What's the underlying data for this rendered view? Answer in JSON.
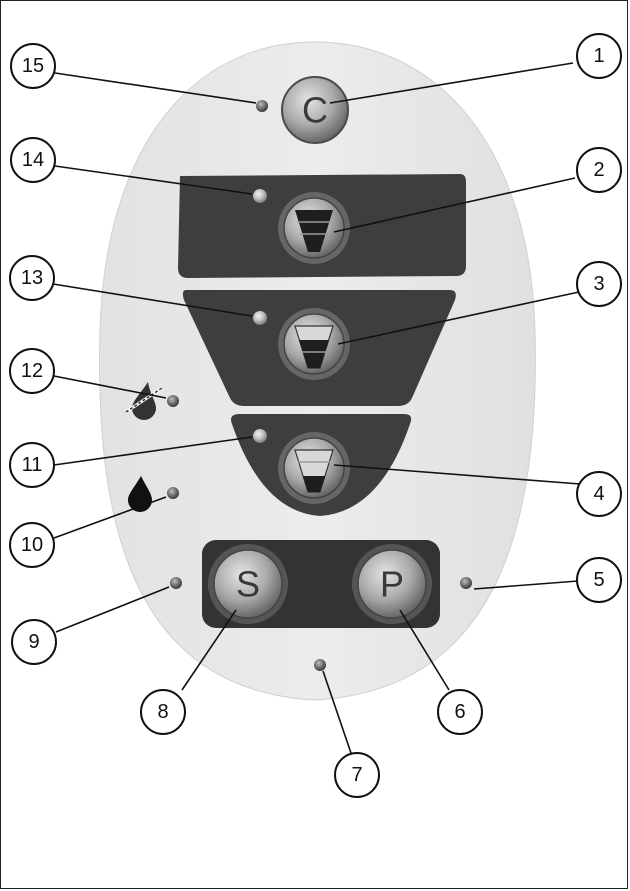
{
  "diagram": {
    "buttons": {
      "c_label": "C",
      "s_label": "S",
      "p_label": "P"
    },
    "callouts": [
      "1",
      "2",
      "3",
      "4",
      "5",
      "6",
      "7",
      "8",
      "9",
      "10",
      "11",
      "12",
      "13",
      "14",
      "15"
    ]
  }
}
